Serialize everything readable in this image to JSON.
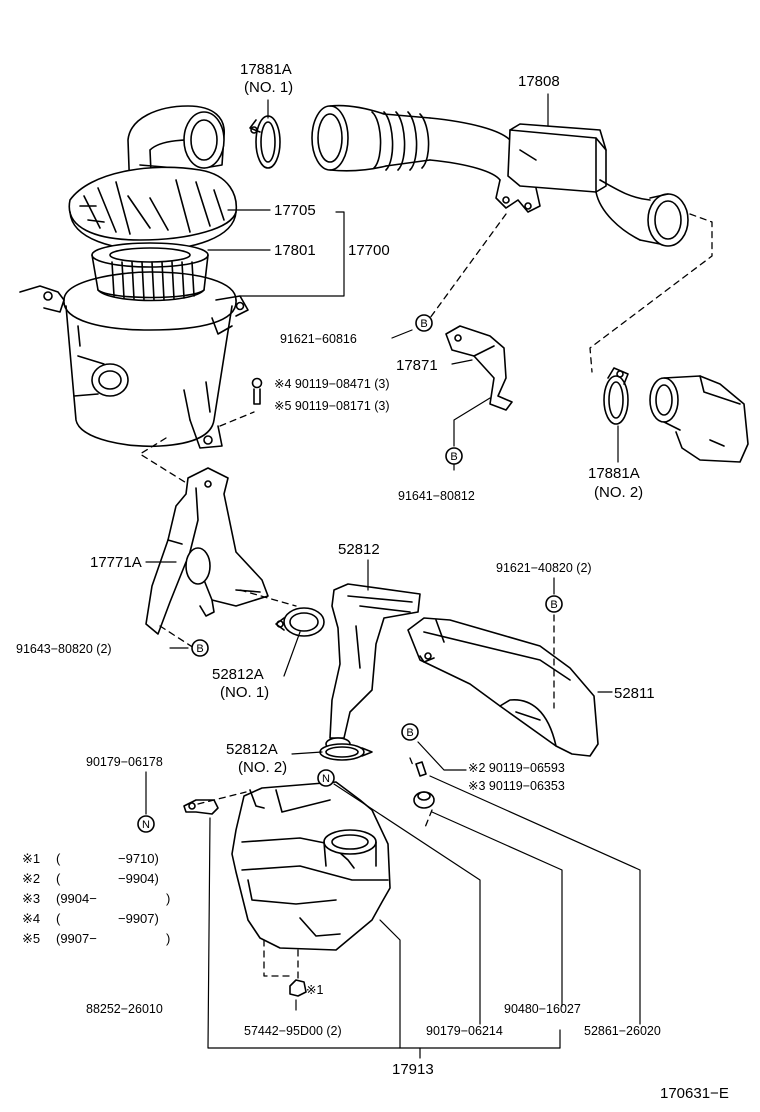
{
  "labels": {
    "p17881A_1": "17881A",
    "p17881A_1_sub": "(NO. 1)",
    "p17808": "17808",
    "p17705": "17705",
    "p17801": "17801",
    "p17700": "17700",
    "p91621_60816": "91621−60816",
    "p17871": "17871",
    "p90119_08471": "※4  90119−08471 (3)",
    "p90119_08171": "※5  90119−08171 (3)",
    "p91641_80812": "91641−80812",
    "p17881A_2": "17881A",
    "p17881A_2_sub": "(NO. 2)",
    "p17771A": "17771A",
    "p52812": "52812",
    "p91621_40820": "91621−40820 (2)",
    "p91643_80820": "91643−80820 (2)",
    "p52812A_1": "52812A",
    "p52812A_1_sub": "(NO. 1)",
    "p52811": "52811",
    "p52812A_2": "52812A",
    "p52812A_2_sub": "(NO. 2)",
    "p90179_06178": "90179−06178",
    "p90119_06593": "※2 90119−06593",
    "p90119_06353": "※3 90119−06353",
    "p88252_26010": "88252−26010",
    "p57442_95D00": "57442−95D00 (2)",
    "mark1": "※1",
    "p90179_06214": "90179−06214",
    "p90480_16027": "90480−16027",
    "p52861_26020": "52861−26020",
    "p17913": "17913",
    "figure_id": "170631−E"
  },
  "markers": {
    "B": "B",
    "N": "N"
  },
  "notes": [
    {
      "mark": "※1",
      "open": "(",
      "from": "",
      "to": "−9710)"
    },
    {
      "mark": "※2",
      "open": "(",
      "from": "",
      "to": "−9904)"
    },
    {
      "mark": "※3",
      "open": "(9904−",
      "from": "",
      "to": ")"
    },
    {
      "mark": "※4",
      "open": "(",
      "from": "",
      "to": "−9907)"
    },
    {
      "mark": "※5",
      "open": "(9907−",
      "from": "",
      "to": ")"
    }
  ]
}
